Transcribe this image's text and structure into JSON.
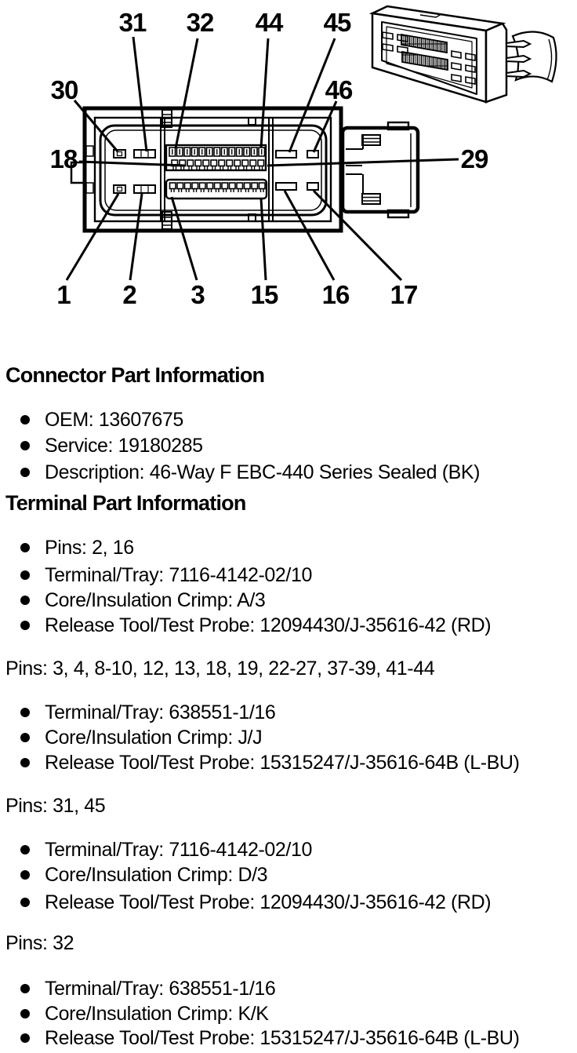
{
  "figure": {
    "title": "46-way connector face view with pin callouts",
    "callouts": [
      "31",
      "32",
      "44",
      "45",
      "30",
      "46",
      "18",
      "29",
      "1",
      "2",
      "3",
      "15",
      "16",
      "17"
    ],
    "line_color": "#000000"
  },
  "content": {
    "heading_connector": "Connector Part Information",
    "connector_bullets": [
      "OEM: 13607675",
      "Service: 19180285",
      "Description: 46-Way F EBC-440 Series Sealed (BK)"
    ],
    "heading_terminal": "Terminal Part Information",
    "group1_bullets": [
      "Pins: 2, 16",
      "Terminal/Tray: 7116-4142-02/10",
      "Core/Insulation Crimp: A/3",
      "Release Tool/Test Probe: 12094430/J-35616-42 (RD)"
    ],
    "para_pins2": "Pins: 3, 4, 8-10, 12, 13, 18, 19, 22-27, 37-39, 41-44",
    "group2_bullets": [
      "Terminal/Tray: 638551-1/16",
      "Core/Insulation Crimp: J/J",
      "Release Tool/Test Probe: 15315247/J-35616-64B (L-BU)"
    ],
    "para_pins3": "Pins: 31, 45",
    "group3_bullets": [
      "Terminal/Tray: 7116-4142-02/10",
      "Core/Insulation Crimp: D/3",
      "Release Tool/Test Probe: 12094430/J-35616-42 (RD)"
    ],
    "para_pins4": "Pins: 32",
    "group4_bullets": [
      "Terminal/Tray: 638551-1/16",
      "Core/Insulation Crimp: K/K",
      "Release Tool/Test Probe: 15315247/J-35616-64B (L-BU)"
    ]
  }
}
